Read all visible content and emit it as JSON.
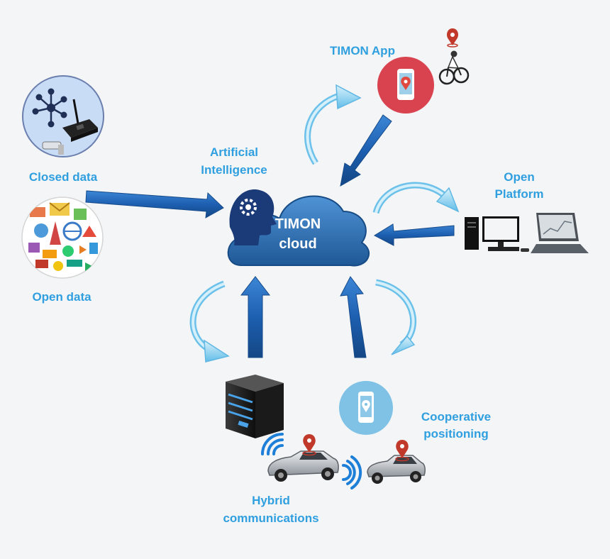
{
  "cloud": {
    "line1": "TIMON",
    "line2": "cloud"
  },
  "labels": {
    "closed_data": "Closed data",
    "open_data": "Open data",
    "ai_line1": "Artificial",
    "ai_line2": "Intelligence",
    "timon_app": "TIMON App",
    "open_platform_line1": "Open",
    "open_platform_line2": "Platform",
    "cooperative_line1": "Cooperative",
    "cooperative_line2": "positioning",
    "hybrid_line1": "Hybrid",
    "hybrid_line2": "communications"
  },
  "colors": {
    "label": "#2f9fe0",
    "cloud": "#2b6cae",
    "arrow_dark": "#1d5fb0",
    "arrow_light": "#7cc8ec",
    "app_circle": "#d9434f",
    "phone_circle": "#7fc2e6",
    "pin": "#c0392b"
  },
  "icons": {
    "closed_data": "iot-devices-icon",
    "open_data": "open-data-collage-icon",
    "ai": "head-gear-icon",
    "app": "smartphone-map-icon",
    "cyclist": "cyclist-icon",
    "platform": "desktop-laptop-icon",
    "server": "server-icon",
    "cars": "car-icon",
    "wifi": "wifi-icon",
    "location": "map-pin-icon"
  }
}
